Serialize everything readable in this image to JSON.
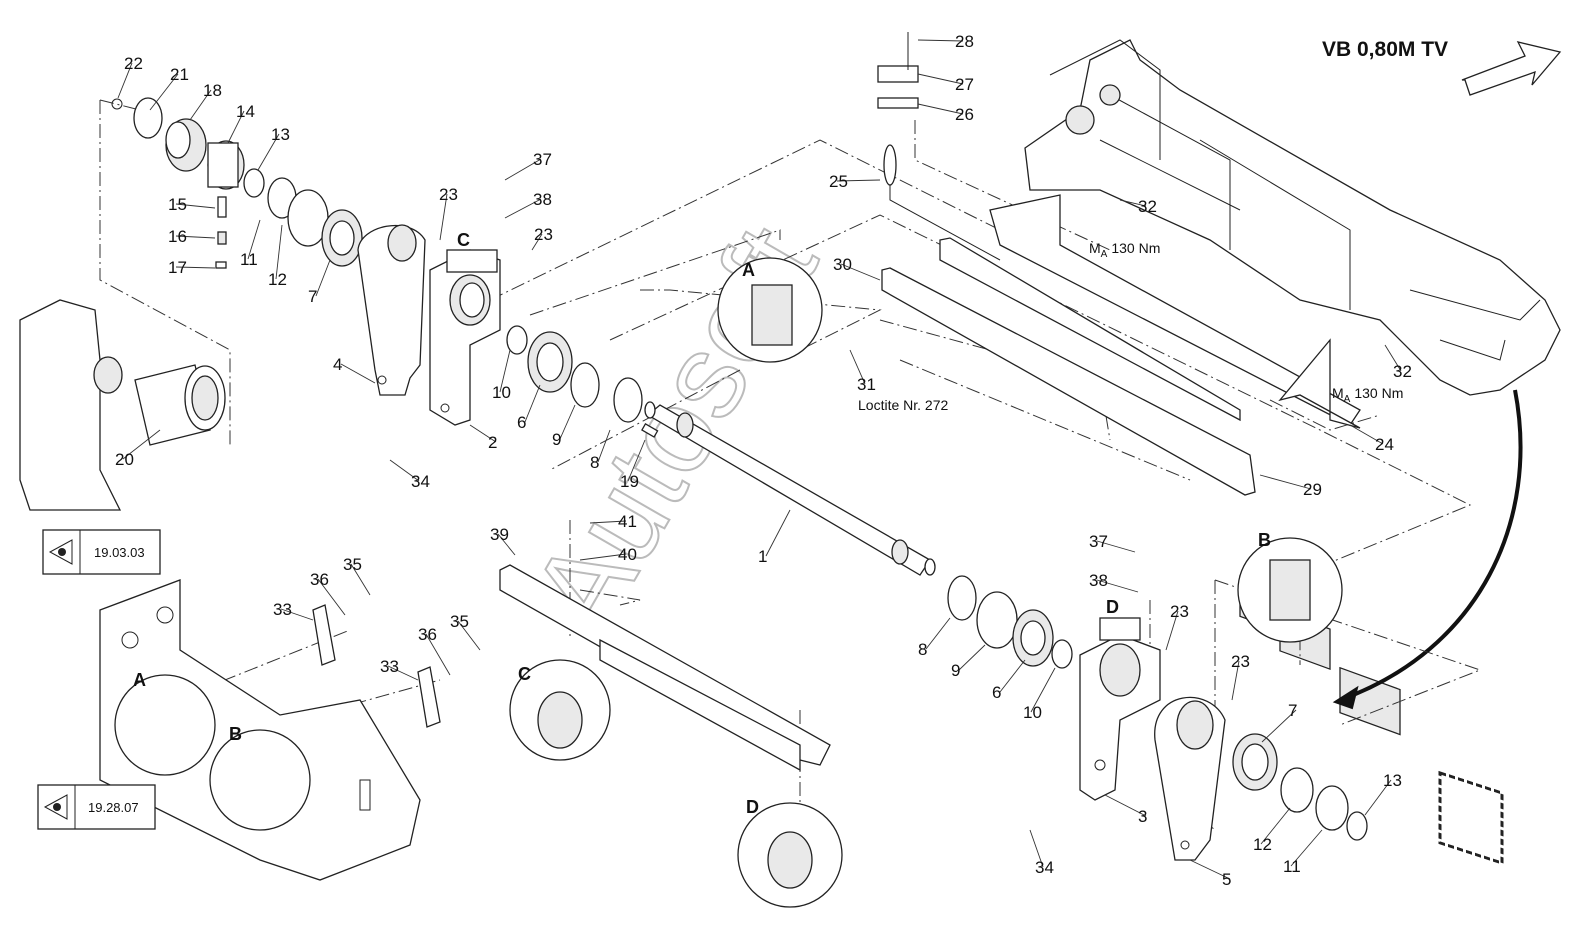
{
  "header": {
    "title": "VB 0,80M TV"
  },
  "watermark": "Autosoft",
  "references": [
    {
      "id": "ref-1",
      "code": "19.03.03"
    },
    {
      "id": "ref-2",
      "code": "19.28.07"
    }
  ],
  "torque": {
    "label_m": "M",
    "label_sub": "A",
    "value": "130 Nm"
  },
  "loctite_note": "Loctite Nr. 272",
  "detail_letters": [
    "A",
    "B",
    "C",
    "D"
  ],
  "callouts": [
    "1",
    "2",
    "3",
    "4",
    "5",
    "6",
    "6",
    "7",
    "7",
    "8",
    "8",
    "9",
    "9",
    "10",
    "10",
    "11",
    "11",
    "12",
    "12",
    "13",
    "13",
    "14",
    "15",
    "16",
    "17",
    "18",
    "19",
    "20",
    "21",
    "22",
    "23",
    "23",
    "23",
    "23",
    "24",
    "25",
    "26",
    "27",
    "28",
    "29",
    "30",
    "31",
    "32",
    "32",
    "33",
    "33",
    "34",
    "34",
    "35",
    "35",
    "36",
    "36",
    "37",
    "37",
    "38",
    "38",
    "39",
    "40",
    "41"
  ]
}
